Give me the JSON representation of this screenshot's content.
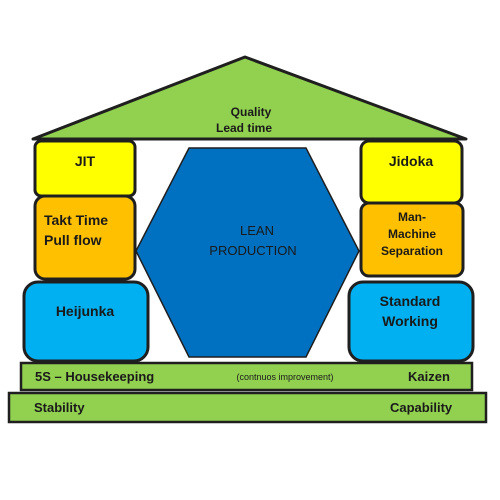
{
  "roof": {
    "line1": "Quality",
    "line2": "Lead time"
  },
  "left_pillar": {
    "top": "JIT",
    "middle_line1": "Takt Time",
    "middle_line2": "Pull flow",
    "bottom": "Heijunka"
  },
  "right_pillar": {
    "top": "Jidoka",
    "middle_line1": "Man-",
    "middle_line2": "Machine",
    "middle_line3": "Separation",
    "bottom_line1": "Standard",
    "bottom_line2": "Working"
  },
  "center": {
    "line1": "LEAN",
    "line2": "PRODUCTION"
  },
  "foundation_upper": {
    "left": "5S – Housekeeping",
    "middle": "(contnuos improvement)",
    "right": "Kaizen"
  },
  "foundation_lower": {
    "left": "Stability",
    "right": "Capability"
  },
  "colors": {
    "green": "#92d050",
    "yellow": "#ffff00",
    "orange": "#ffc000",
    "light_blue": "#00b0f0",
    "hexagon_blue": "#0070c0",
    "outline": "#1f1f1f"
  }
}
